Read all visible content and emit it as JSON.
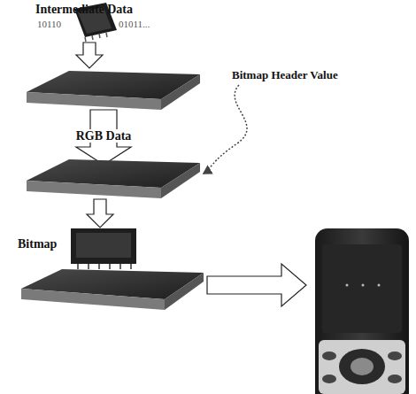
{
  "diagram": {
    "labels": [
      "Intermediate Data",
      "10110",
      "01011...",
      "RGB Data",
      "Bitmap Header Value",
      "Bitmap"
    ]
  }
}
